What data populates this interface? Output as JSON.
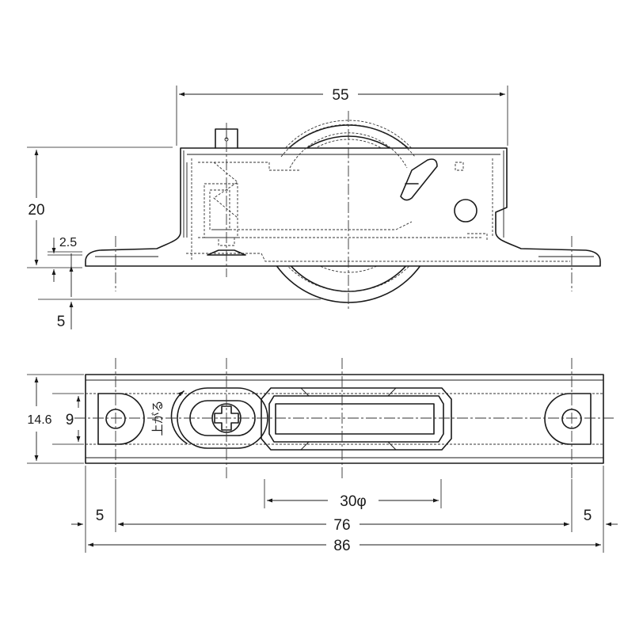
{
  "dimensions": {
    "top_width": "55",
    "height": "20",
    "flange_thickness": "2.5",
    "wheel_protrusion": "5",
    "base_width": "14.6",
    "slot_width": "9",
    "wheel_diameter": "30φ",
    "left_offset": "5",
    "hole_spacing": "76",
    "right_offset": "5",
    "overall_length": "86"
  },
  "annotations": {
    "raise_direction": "上がる"
  },
  "icons": {
    "adjust_screw": "phillips-screw-icon",
    "rotate_arrow": "curved-arrow-icon"
  }
}
